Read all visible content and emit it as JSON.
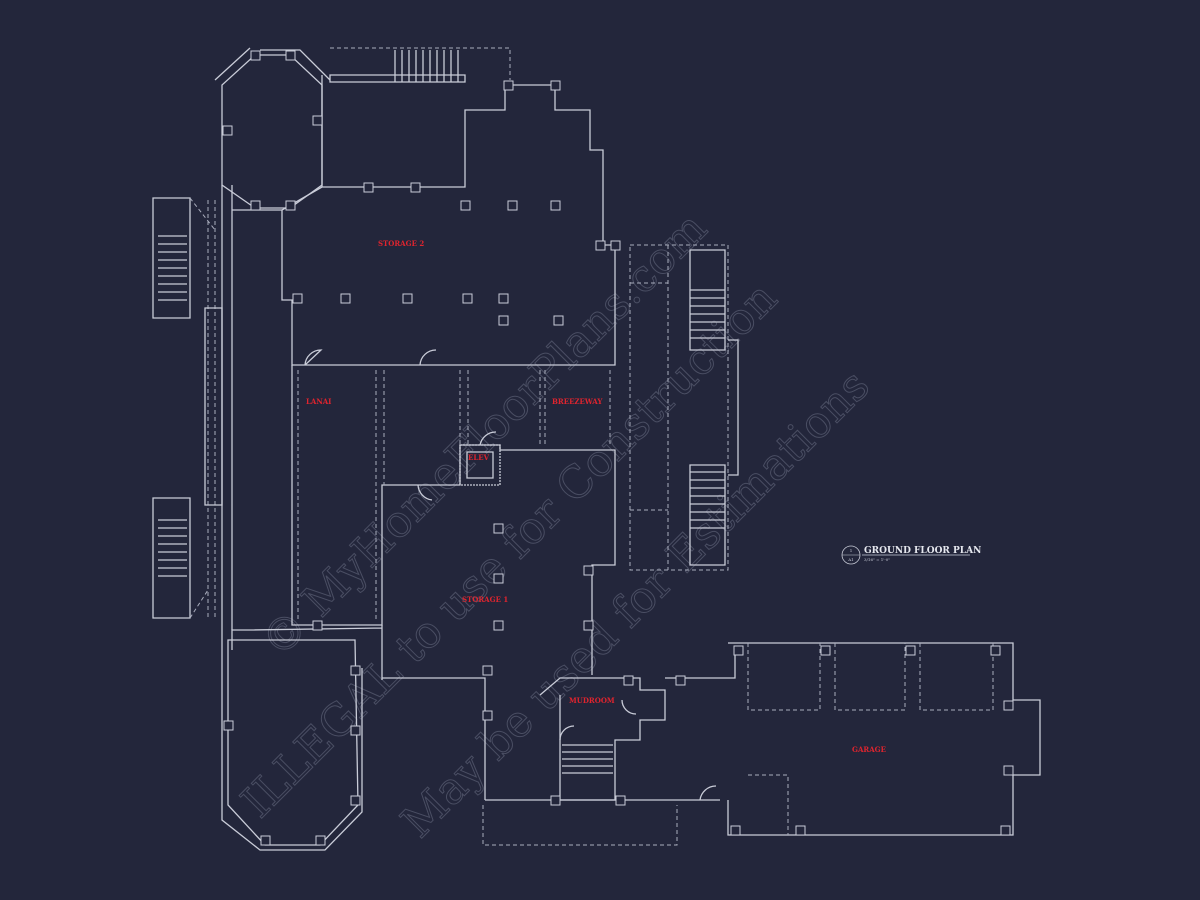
{
  "rooms": {
    "storage2": "STORAGE 2",
    "lanai": "LANAI",
    "breezeway": "BREEZEWAY",
    "elev": "ELEV",
    "storage1": "STORAGE 1",
    "mudroom": "MUDROOM",
    "garage": "GARAGE"
  },
  "title_block": {
    "number_top": "1",
    "number_bottom": "A1",
    "title": "GROUND FLOOR PLAN",
    "scale": "3/16\" = 1'-0\""
  },
  "watermark": {
    "line1": "© MyHomeFloorPlans.com",
    "line2": "ILLEGAL to use for Construction",
    "line3": "May be used for Estimations"
  },
  "colors": {
    "background": "#23263b",
    "lines": "#c9ccd8",
    "labels": "#e0242e"
  }
}
